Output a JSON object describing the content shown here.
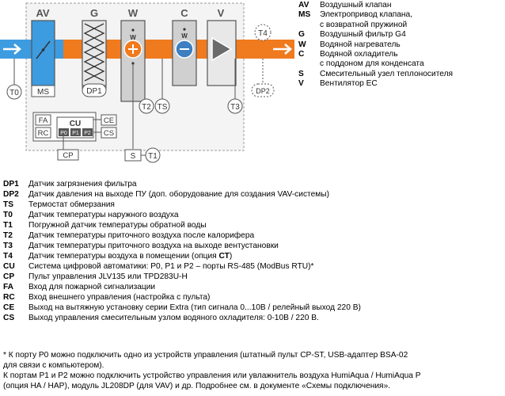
{
  "diagram": {
    "sections": {
      "av": "AV",
      "g": "G",
      "w": "W",
      "c": "C",
      "v": "V"
    },
    "coil_label_w": "W",
    "coil_label_c": "W",
    "sensors": {
      "t0": "T0",
      "ms": "MS",
      "dp1": "DP1",
      "t2": "T2",
      "ts": "TS",
      "t3": "T3",
      "t4": "T4",
      "dp2": "DP2",
      "s": "S",
      "t1": "T1"
    },
    "controller": {
      "title": "CU",
      "ports": [
        "P0",
        "P1",
        "P2"
      ],
      "fa": "FA",
      "rc": "RC",
      "ce": "CE",
      "cs": "CS",
      "cp": "CP"
    }
  },
  "legend_right": [
    {
      "code": "AV",
      "desc": "Воздушный клапан"
    },
    {
      "code": "MS",
      "desc": "Электропривод клапана,\nс возвратной пружиной"
    },
    {
      "code": "G",
      "desc": "Воздушный фильтр G4"
    },
    {
      "code": "W",
      "desc": "Водяной нагреватель"
    },
    {
      "code": "C",
      "desc": "Водяной охладитель\nс поддоном для конденсата"
    },
    {
      "code": "S",
      "desc": "Смесительный узел теплоносителя"
    },
    {
      "code": "V",
      "desc": "Вентилятор ЕС"
    }
  ],
  "legend_bottom": [
    {
      "code": "DP1",
      "desc": "Датчик загрязнения фильтра"
    },
    {
      "code": "DP2",
      "desc": "Датчик давления на выходе ПУ (доп. оборудование для создания VAV-системы)"
    },
    {
      "code": "TS",
      "desc": "Термостат обмерзания"
    },
    {
      "code": "T0",
      "desc": "Датчик температуры наружного воздуха"
    },
    {
      "code": "T1",
      "desc": "Погружной датчик температуры обратной воды"
    },
    {
      "code": "T2",
      "desc": "Датчик температуры приточного воздуха после калорифера"
    },
    {
      "code": "T3",
      "desc": "Датчик температуры приточного воздуха на выходе вентустановки"
    },
    {
      "code": "T4",
      "desc": "Датчик температуры воздуха в помещении (опция ",
      "desc_bold": "СТ",
      "desc_tail": ")"
    },
    {
      "code": "CU",
      "desc": "Система цифровой автоматики: P0, P1 и P2 – порты RS-485 (ModBus RTU)*"
    },
    {
      "code": "CP",
      "desc": "Пульт управления JLV135 или TPD283U-H"
    },
    {
      "code": "FA",
      "desc": "Вход для пожарной сигнализации"
    },
    {
      "code": "RC",
      "desc": "Вход внешнего управления (настройка с пульта)"
    },
    {
      "code": "CE",
      "desc": "Выход на вытяжную установку серии Extra (тип сигнала 0...10В / релейный выход 220 В)"
    },
    {
      "code": "CS",
      "desc": "Выход управления смесительным узлом водяного охладителя: 0-10В / 220 В."
    }
  ],
  "notes": "* К порту P0 можно подключить одно из устройств управления (штатный пульт CP-ST, USB-адаптер BSA-02\n   для связи с компьютером).\n   К портам P1 и P2 можно подключить устройство управления или увлажнитель воздуха HumiAqua /  HumiAqua P\n   (опция HA / HAP), модуль JL208DP (для VAV) и др. Подробнее см. в документе «Схемы подключения».",
  "colors": {
    "inlet_blue": "#3d9be0",
    "outlet_orange": "#f07a1e",
    "unit_fill": "#f0f0f0",
    "section_fill": "#cfcfcf",
    "line_gray": "#7a7a7a"
  }
}
